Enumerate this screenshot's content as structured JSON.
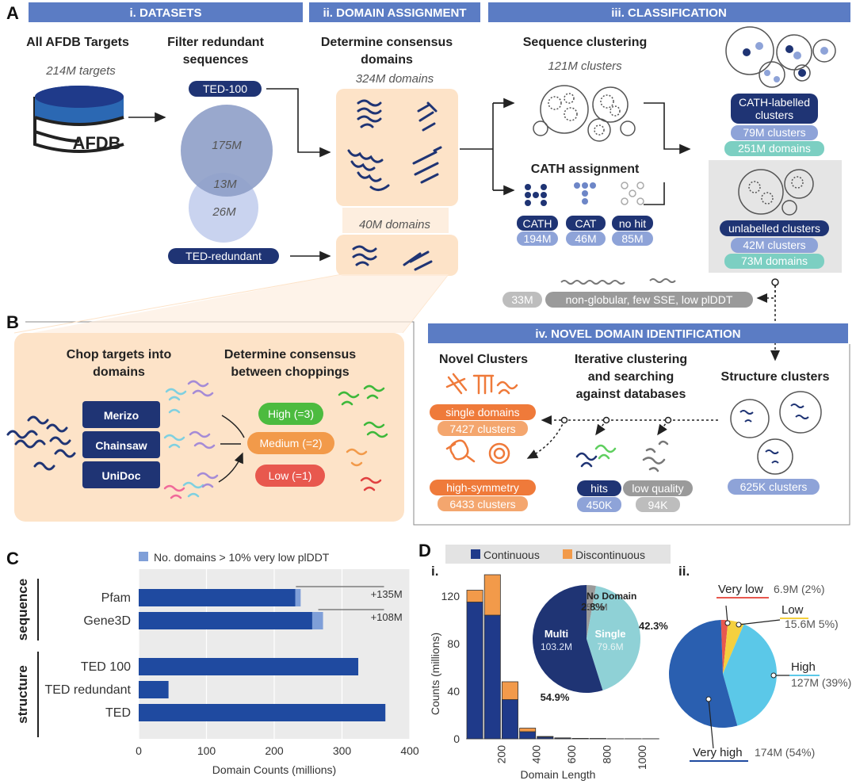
{
  "panels": {
    "A": "A",
    "B": "B",
    "C": "C",
    "D": "D"
  },
  "section_headers": {
    "datasets": "i. DATASETS",
    "domain_assignment": "ii. DOMAIN ASSIGNMENT",
    "classification": "iii. CLASSIFICATION",
    "novel": "iv. NOVEL DOMAIN IDENTIFICATION"
  },
  "datasets": {
    "title": "All AFDB Targets",
    "count": "214M targets",
    "db_label": "AFDB",
    "filter_title_1": "Filter redundant",
    "filter_title_2": "sequences",
    "ted100": "TED-100",
    "ted_redundant": "TED-redundant",
    "venn_top": "175M",
    "venn_overlap": "13M",
    "venn_bottom": "26M"
  },
  "domain_assignment": {
    "title_1": "Determine consensus",
    "title_2": "domains",
    "domains_324": "324M domains",
    "domains_40": "40M domains"
  },
  "classification": {
    "seq_clustering": "Sequence clustering",
    "clusters_121": "121M clusters",
    "cath_assignment": "CATH assignment",
    "cath": {
      "label": "CATH",
      "value": "194M"
    },
    "cat": {
      "label": "CAT",
      "value": "46M"
    },
    "nohit": {
      "label": "no hit",
      "value": "85M"
    },
    "labelled_1": "CATH-labelled",
    "labelled_2": "clusters",
    "labelled_clusters": "79M clusters",
    "labelled_domains": "251M domains",
    "unlabelled": "unlabelled clusters",
    "unlabelled_clusters": "42M clusters",
    "unlabelled_domains": "73M domains",
    "nonglob_count": "33M",
    "nonglob_label": "non-globular, few SSE, low plDDT"
  },
  "chopping": {
    "chop_1": "Chop targets into",
    "chop_2": "domains",
    "methods": [
      "Merizo",
      "Chainsaw",
      "UniDoc"
    ],
    "consensus_1": "Determine consensus",
    "consensus_2": "between choppings",
    "high": "High (=3)",
    "medium": "Medium (=2)",
    "low": "Low (=1)"
  },
  "novel": {
    "novel_clusters": "Novel Clusters",
    "iter_1": "Iterative clustering",
    "iter_2": "and searching",
    "iter_3": "against databases",
    "structure_clusters": "Structure clusters",
    "single_domains": "single domains",
    "single_clusters": "7427 clusters",
    "high_symmetry": "high-symmetry",
    "sym_clusters": "6433 clusters",
    "hits": "hits",
    "hits_value": "450K",
    "low_quality": "low quality",
    "lq_value": "94K",
    "struct_count": "625K clusters"
  },
  "colors": {
    "header_blue": "#5b7cc4",
    "navy": "#1f3474",
    "light_blue": "#8ea3d8",
    "teal": "#7ccfc2",
    "peach": "#fde3c8",
    "orange": "#ef7a3a",
    "green": "#4cbb3f",
    "medium_orange": "#f29a4a",
    "red": "#e8584e",
    "gray": "#9a9a9a",
    "bar_blue": "#1f4aa0",
    "bar_light": "#7f9fd8"
  },
  "chart_data": [
    {
      "type": "bar",
      "legend": "No. domains > 10% very low plDDT",
      "categories": [
        "Pfam",
        "Gene3D",
        "TED 100",
        "TED redundant",
        "TED"
      ],
      "groups": [
        {
          "name": "sequence",
          "members": [
            "Pfam",
            "Gene3D"
          ]
        },
        {
          "name": "structure",
          "members": [
            "TED 100",
            "TED redundant",
            "TED"
          ]
        }
      ],
      "series": [
        {
          "name": "No. domains > 10% very low plDDT",
          "values": [
            239,
            272,
            324,
            44,
            364
          ]
        }
      ],
      "dark_values": [
        231,
        256,
        324,
        44,
        364
      ],
      "annotations": [
        {
          "category": "Pfam",
          "text": "+135M"
        },
        {
          "category": "Gene3D",
          "text": "+108M"
        }
      ],
      "xlabel": "Domain Counts (millions)",
      "xlim": [
        0,
        400
      ],
      "xticks": [
        0,
        100,
        200,
        300,
        400
      ]
    },
    {
      "type": "bar",
      "legend": [
        "Continuous",
        "Discontinuous"
      ],
      "bins": [
        50,
        150,
        250,
        350,
        450,
        550,
        650,
        750,
        850,
        950,
        1050
      ],
      "series": [
        {
          "name": "Continuous",
          "values": [
            115,
            104,
            33,
            6,
            1.5,
            0.6,
            0.3,
            0.2,
            0.1,
            0.1,
            0.1
          ]
        },
        {
          "name": "Discontinuous",
          "values": [
            10,
            34,
            15,
            3,
            0.5,
            0.2,
            0.1,
            0.1,
            0,
            0,
            0
          ]
        }
      ],
      "xlabel": "Domain Length",
      "ylabel": "Counts (millions)",
      "xlim": [
        0,
        1100
      ],
      "ylim": [
        0,
        140
      ],
      "xticks": [
        200,
        400,
        600,
        800,
        1000
      ],
      "yticks": [
        0,
        40,
        80,
        120
      ]
    },
    {
      "type": "pie",
      "labels": [
        "No Domain",
        "Single",
        "Multi"
      ],
      "values": [
        5.3,
        79.6,
        103.2
      ],
      "value_text": [
        "5.3M",
        "79.6M",
        "103.2M"
      ],
      "percents": [
        "2.8%",
        "42.3%",
        "54.9%"
      ]
    },
    {
      "type": "pie",
      "labels": [
        "Very low",
        "Low",
        "High",
        "Very high"
      ],
      "values": [
        6.9,
        15.6,
        127,
        174
      ],
      "value_text": [
        "6.9M (2%)",
        "15.6M 5%)",
        "127M (39%)",
        "174M (54%)"
      ]
    }
  ],
  "subpanels": {
    "d_i": "i.",
    "d_ii": "ii."
  }
}
